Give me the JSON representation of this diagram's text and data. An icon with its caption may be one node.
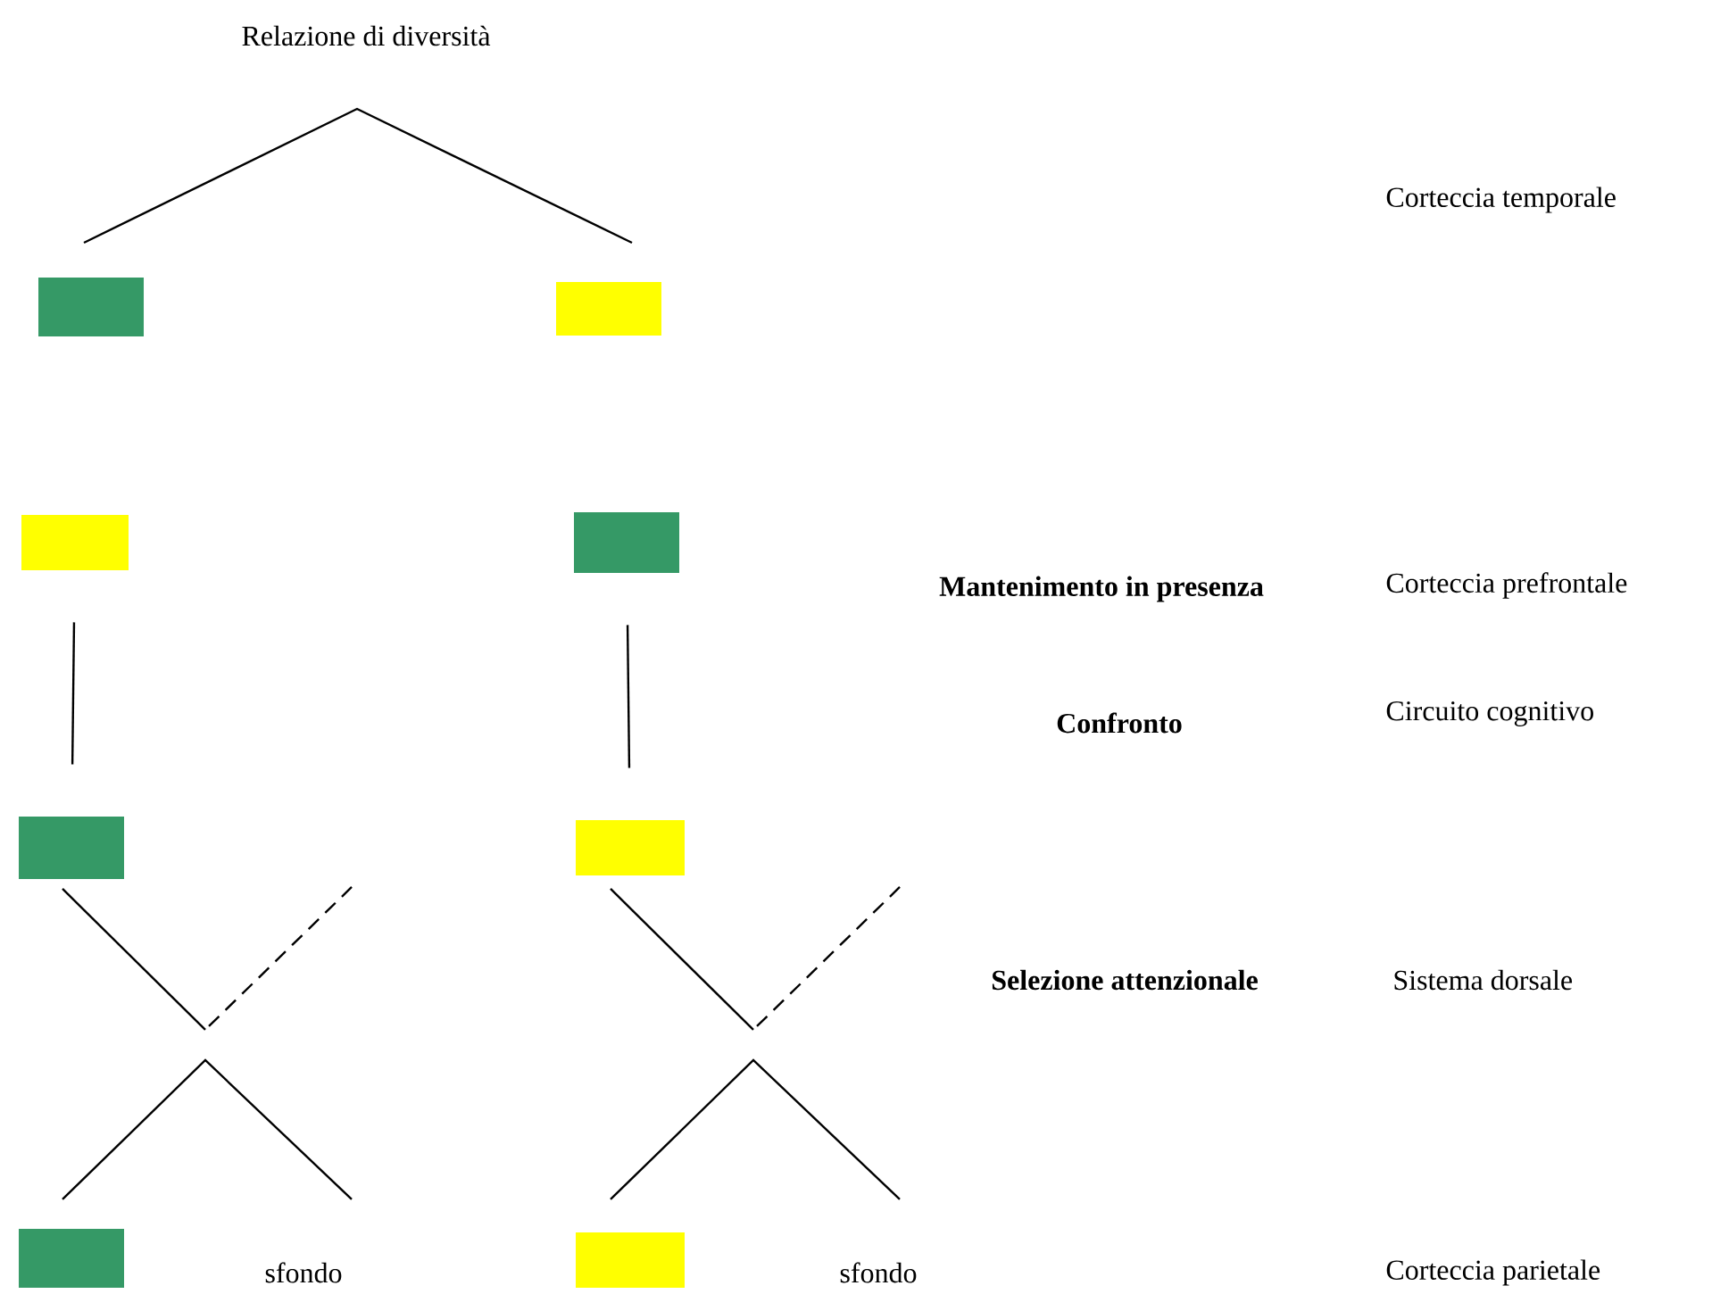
{
  "diagram": {
    "title": "Relazione di diversità",
    "nodes": [
      {
        "text": [],
        "shape": "box"
      },
      {
        "text": [],
        "shape": "box"
      },
      {
        "text": [],
        "shape": "box"
      },
      {
        "text": [],
        "shape": "box"
      },
      {
        "text": [],
        "shape": "box"
      },
      {
        "text": [],
        "shape": "box"
      },
      {
        "text": [],
        "shape": "box"
      },
      {
        "text": [],
        "shape": "box"
      }
    ],
    "edges": [
      {
        "from": 2,
        "to": 4,
        "arrow": "none"
      },
      {
        "from": 3,
        "to": 5,
        "arrow": "none"
      }
    ],
    "labels": [
      "Corteccia temporale",
      "Mantenimento in presenza",
      "Corteccia prefrontale",
      "Confronto",
      "Circuito cognitivo",
      "Selezione attenzionale",
      "Sistema dorsale",
      "sfondo",
      "sfondo",
      "Corteccia parietale"
    ]
  }
}
